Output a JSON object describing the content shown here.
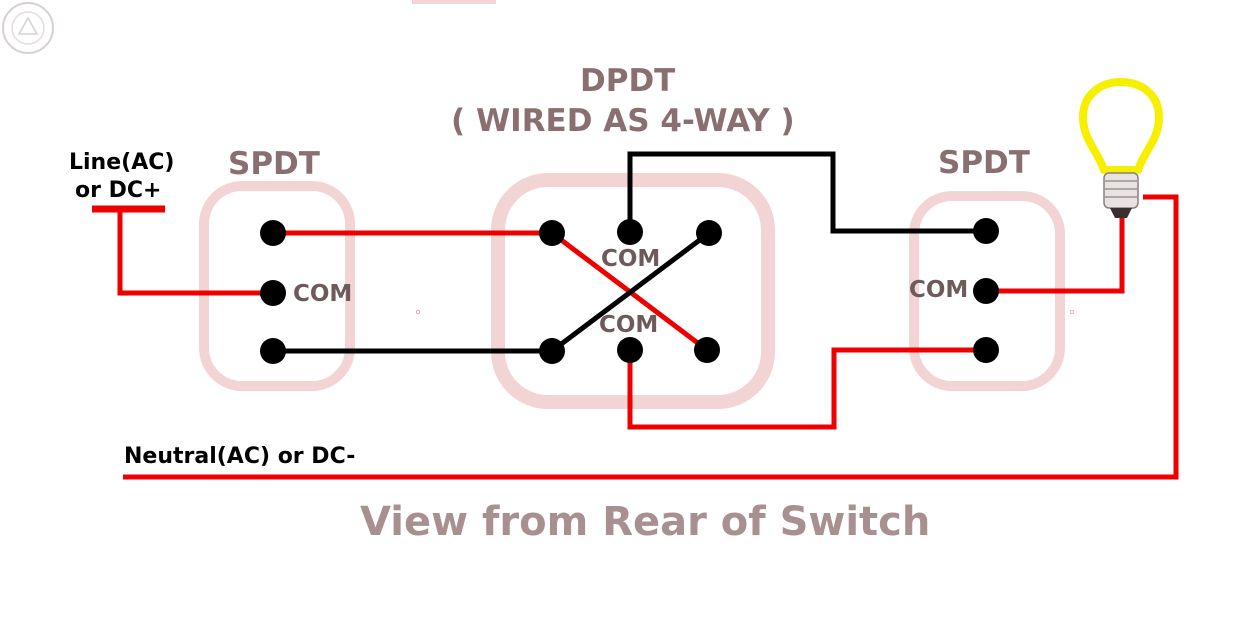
{
  "diagram": {
    "left_switch": {
      "title": "SPDT",
      "com_label": "COM"
    },
    "middle_switch": {
      "title": "DPDT",
      "subtitle": "( WIRED AS 4-WAY )",
      "com_label_top": "COM",
      "com_label_bottom": "COM"
    },
    "right_switch": {
      "title": "SPDT",
      "com_label": "COM"
    },
    "supply": {
      "line_label_1": "Line(AC)",
      "line_label_2": "or DC+",
      "neutral_label": "Neutral(AC) or DC-"
    },
    "footer": "View from Rear of Switch",
    "colors": {
      "hot_wire": "#ee0000",
      "traveler_wire": "#000000",
      "switch_outline": "#f3d4d4",
      "bulb_glass": "#f7ef00",
      "title_text": "#8a6f70"
    },
    "icons": {
      "lamp": "light-bulb-icon",
      "watermark": "watermark-seal-icon"
    }
  }
}
